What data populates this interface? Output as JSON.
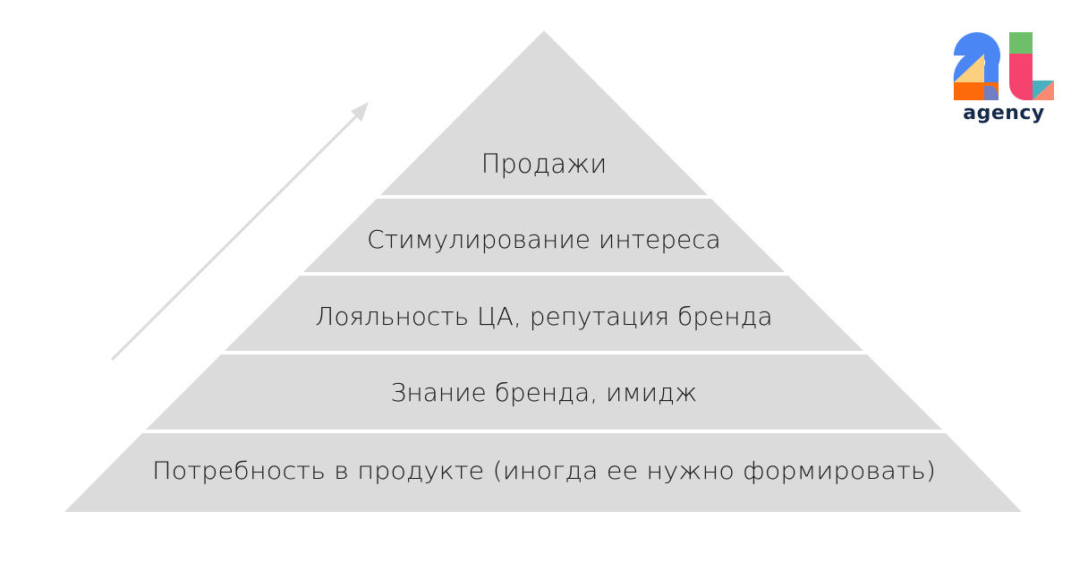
{
  "diagram": {
    "type": "pyramid",
    "fill_color": "#dcdbdb",
    "arrow_color": "#dcdbdb",
    "levels": [
      {
        "label": "Продажи"
      },
      {
        "label": "Стимулирование интереса"
      },
      {
        "label": "Лояльность ЦА, репутация бренда"
      },
      {
        "label": "Знание бренда, имидж"
      },
      {
        "label": "Потребность в продукте (иногда ее нужно формировать)"
      }
    ],
    "arrow": {
      "direction": "up-right"
    }
  },
  "logo": {
    "mark": "2L",
    "text": "agency",
    "colors": {
      "blue": "#4b86f5",
      "yellow": "#fdd07f",
      "orange": "#fd6a0a",
      "purple": "#6f7fc0",
      "green": "#6ebe6a",
      "pink": "#f5426e",
      "teal": "#4ab0c0",
      "salmon": "#fa8a72",
      "text": "#152a4a"
    }
  }
}
